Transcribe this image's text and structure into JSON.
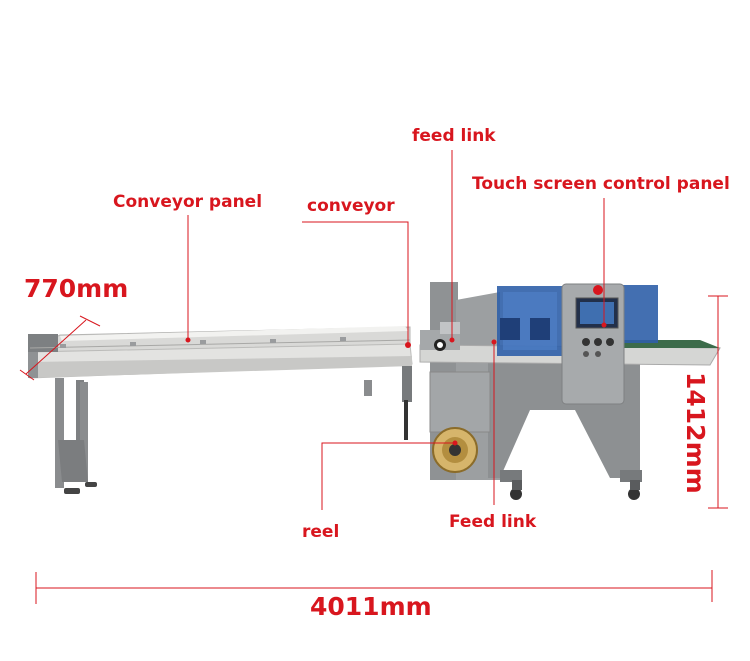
{
  "labels": {
    "feed_link_top": "feed link",
    "touch_screen": "Touch screen control panel",
    "conveyor_panel": "Conveyor panel",
    "conveyor": "conveyor",
    "reel": "reel",
    "feed_link_bottom": "Feed link"
  },
  "dimensions": {
    "width_label": "770mm",
    "height_label": "1412mm",
    "length_label": "4011mm"
  },
  "colors": {
    "label": "#d8161e",
    "machine_grey": "#8f9294",
    "conveyor_white": "#e8e8e6",
    "guard_blue": "#2f5fa8",
    "panel_grey": "#9c9fa1"
  }
}
